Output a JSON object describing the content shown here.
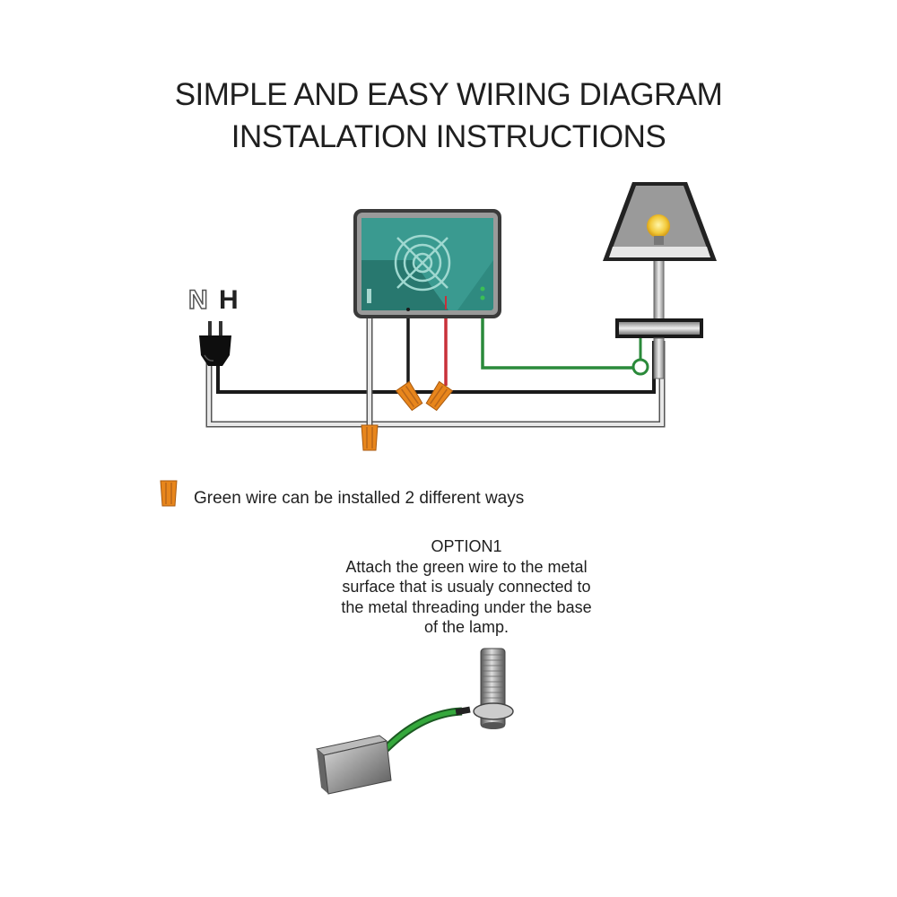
{
  "header": {
    "title_line1": "SIMPLE AND EASY WIRING DIAGRAM",
    "title_line2": "INSTALATION INSTRUCTIONS"
  },
  "diagram": {
    "plug_labels": {
      "neutral": "N",
      "hot": "H"
    },
    "colors": {
      "device_teal": "#2e8b80",
      "hot_wire": "#1a1a1a",
      "neutral_wire": "#d8d8d8",
      "red_wire": "#c8303a",
      "ground_wire": "#2a8a3a",
      "wire_nut": "#e8861c"
    },
    "components": [
      "power-plug",
      "control-device",
      "lamp",
      "wire-nuts"
    ]
  },
  "legend": {
    "icon": "wire-nut-icon",
    "text": "Green wire can be installed 2 different ways"
  },
  "option1": {
    "heading": "OPTION1",
    "lines": [
      "Attach the green wire to the metal",
      "surface that is usualy connected to",
      "the metal threading under the base",
      "of the lamp."
    ]
  }
}
